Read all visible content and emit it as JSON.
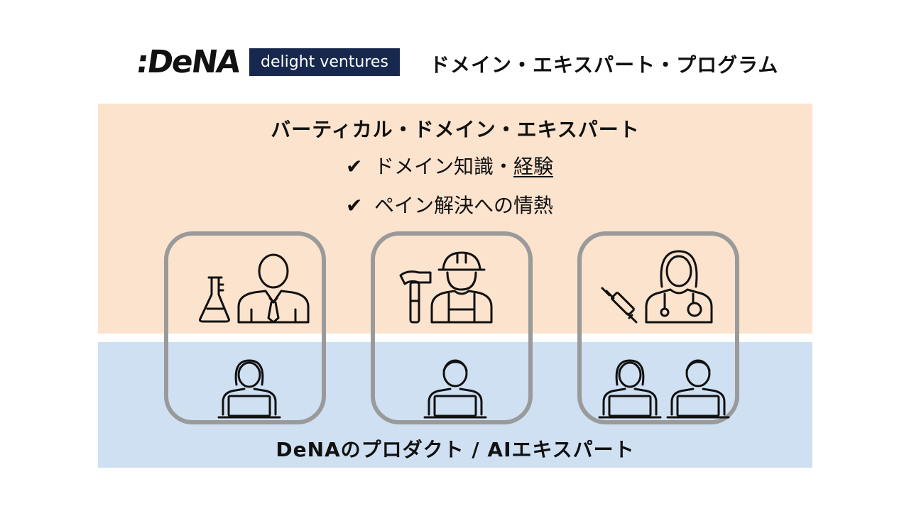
{
  "header": {
    "dena_logo": ":DeNA",
    "delight_logo": "delight ventures",
    "program_title": "ドメイン・エキスパート・プログラム"
  },
  "top_section": {
    "title": "バーティカル・ドメイン・エキスパート",
    "checks": [
      {
        "mark": "✔",
        "text_plain": "ドメイン知識・",
        "text_underlined": "経験"
      },
      {
        "mark": "✔",
        "text_plain": "ペイン解決への情熱",
        "text_underlined": ""
      }
    ]
  },
  "cards": [
    {
      "domain_icons": [
        "flask-icon",
        "businessman-icon"
      ],
      "team_icons": [
        "woman-laptop-icon"
      ]
    },
    {
      "domain_icons": [
        "hammer-icon",
        "construction-worker-icon"
      ],
      "team_icons": [
        "man-laptop-icon"
      ]
    },
    {
      "domain_icons": [
        "syringe-icon",
        "doctor-icon"
      ],
      "team_icons": [
        "woman-laptop-icon",
        "man-laptop-icon"
      ]
    }
  ],
  "bottom_section": {
    "label": "DeNAのプロダクト / AIエキスパート"
  },
  "colors": {
    "top_band": "#fbe3cd",
    "bottom_band": "#cfe0f2",
    "card_border": "#9a9a9a",
    "delight_bg": "#17284f"
  }
}
